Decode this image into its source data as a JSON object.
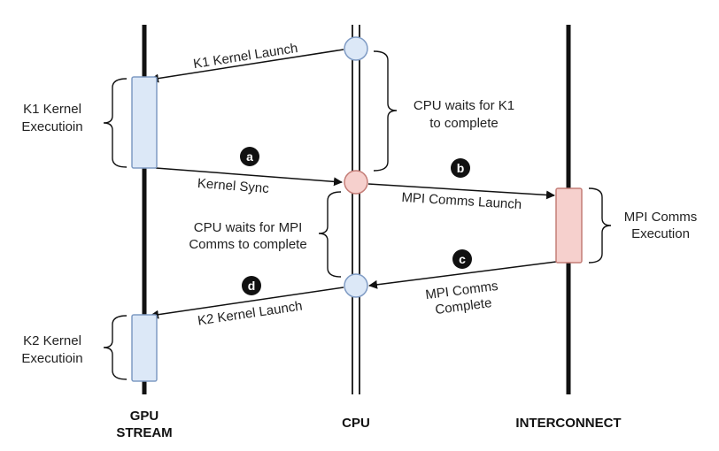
{
  "lanes": {
    "gpu_line1": "GPU",
    "gpu_line2": "STREAM",
    "cpu": "CPU",
    "interconnect": "INTERCONNECT"
  },
  "arrows": {
    "k1_launch": "K1 Kernel Launch",
    "kernel_sync": "Kernel Sync",
    "mpi_launch": "MPI Comms Launch",
    "mpi_complete_line1": "MPI Comms",
    "mpi_complete_line2": "Complete",
    "k2_launch": "K2 Kernel Launch"
  },
  "annotations": {
    "k1_exec_line1": "K1 Kernel",
    "k1_exec_line2": "Executioin",
    "cpu_wait_k1_line1": "CPU waits for K1",
    "cpu_wait_k1_line2": "to complete",
    "cpu_wait_mpi_line1": "CPU waits for MPI",
    "cpu_wait_mpi_line2": "Comms to complete",
    "mpi_exec_line1": "MPI Comms",
    "mpi_exec_line2": "Execution",
    "k2_exec_line1": "K2 Kernel",
    "k2_exec_line2": "Executioin"
  },
  "badges": {
    "a": "a",
    "b": "b",
    "c": "c",
    "d": "d"
  },
  "colors": {
    "blue_fill": "#dce8f7",
    "blue_stroke": "#7f9bc4",
    "red_fill": "#f6d0cd",
    "red_stroke": "#c47d77",
    "line": "#111111"
  }
}
